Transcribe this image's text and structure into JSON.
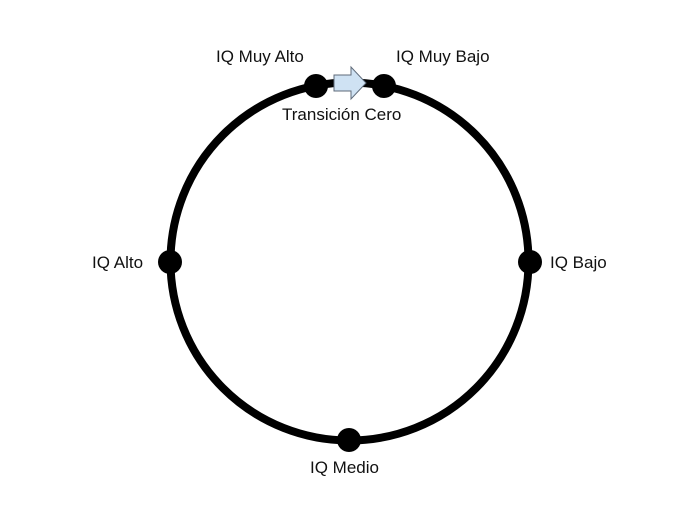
{
  "diagram": {
    "nodes": [
      {
        "id": "muy-alto",
        "label": "IQ Muy Alto"
      },
      {
        "id": "muy-bajo",
        "label": "IQ Muy Bajo"
      },
      {
        "id": "alto",
        "label": "IQ Alto"
      },
      {
        "id": "bajo",
        "label": "IQ Bajo"
      },
      {
        "id": "medio",
        "label": "IQ Medio"
      }
    ],
    "transition_label": "Transición Cero",
    "colors": {
      "ring": "#000000",
      "arrow_fill": "#cfe2f3",
      "arrow_stroke": "#5f6b7a"
    }
  }
}
